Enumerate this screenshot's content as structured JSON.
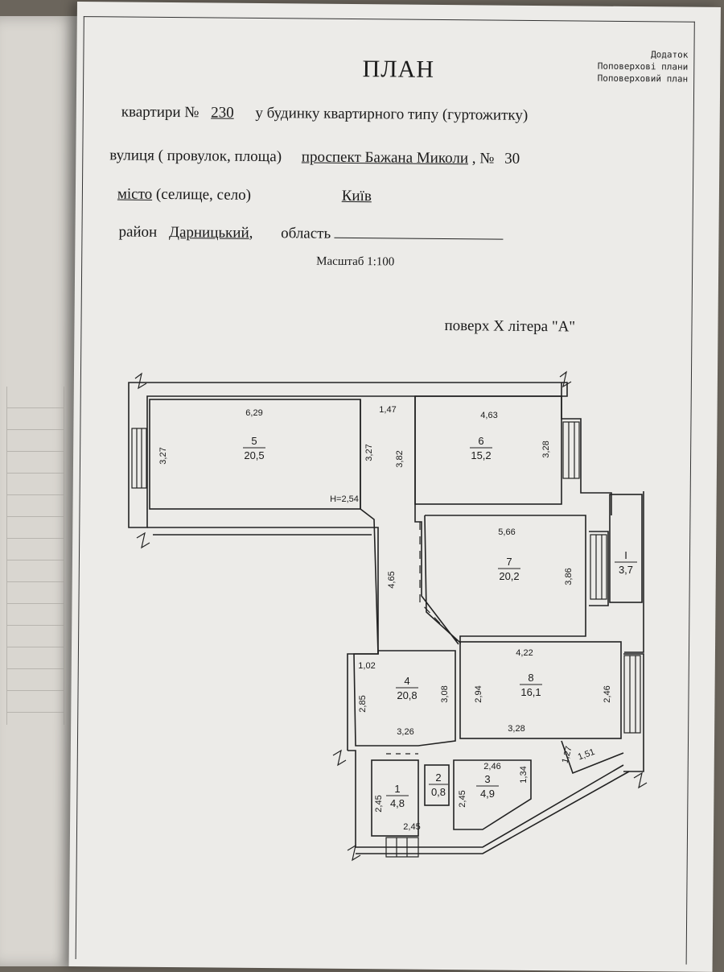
{
  "addendum": {
    "line1": "Додаток",
    "line2": "Поповерхові плани",
    "line3": "Поповерховий план"
  },
  "title": "ПЛАН",
  "apartment": {
    "prefix": "квартири №",
    "number": "230",
    "building": "у будинку квартирного типу (гуртожитку)"
  },
  "street": {
    "label": "вулиця ( провулок, площа)",
    "value": "проспект  Бажана Миколи",
    "sep": ",  №",
    "number": "30"
  },
  "city": {
    "label_underlined": "місто",
    "label_rest": " (селище, село)",
    "value": "Київ"
  },
  "district": {
    "label": "район",
    "value": "Дарницький",
    "comma": ",",
    "region_label": "область"
  },
  "scale": "Масштаб 1:100",
  "floor": "поверх X літера \"А\"",
  "rooms": [
    {
      "no": "5",
      "area": "20,5"
    },
    {
      "no": "6",
      "area": "15,2"
    },
    {
      "no": "7",
      "area": "20,2"
    },
    {
      "no": "I",
      "area": "3,7"
    },
    {
      "no": "4",
      "area": "20,8"
    },
    {
      "no": "8",
      "area": "16,1"
    },
    {
      "no": "1",
      "area": "4,8"
    },
    {
      "no": "2",
      "area": "0,8"
    },
    {
      "no": "3",
      "area": "4,9"
    }
  ],
  "dims": [
    "6,29",
    "3,27",
    "3,27",
    "H=2,54",
    "1,47",
    "3,82",
    "4,63",
    "3,28",
    "5,66",
    "3,86",
    "4,65",
    "4,22",
    "1,02",
    "2,85",
    "3,08",
    "2,94",
    "2,46",
    "3,26",
    "3,28",
    "1,27",
    "1,51",
    "2,46",
    "1,34",
    "2,45",
    "2,45",
    "2,45"
  ]
}
